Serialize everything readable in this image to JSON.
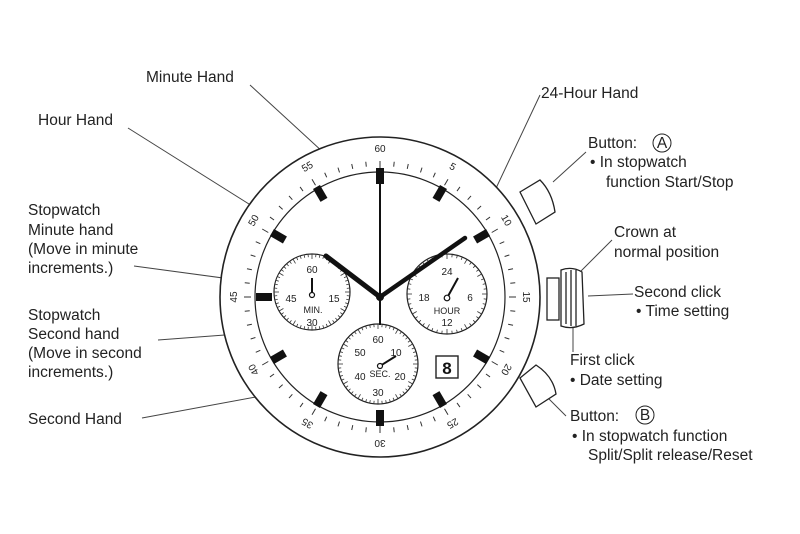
{
  "labels": {
    "minute_hand": "Minute Hand",
    "hour_hand": "Hour Hand",
    "hour24_hand": "24-Hour Hand",
    "stopwatch_minute": [
      "Stopwatch",
      "Minute hand",
      "(Move in minute",
      "increments.)"
    ],
    "stopwatch_second": [
      "Stopwatch",
      "Second hand",
      "(Move in second",
      "increments.)"
    ],
    "second_hand": "Second Hand",
    "button_a": {
      "title": "Button:",
      "letter": "A",
      "lines": [
        "• In stopwatch",
        "function Start/Stop"
      ]
    },
    "crown": [
      "Crown at",
      "normal position"
    ],
    "second_click": [
      "Second click",
      "• Time setting"
    ],
    "first_click": [
      "First click",
      "• Date setting"
    ],
    "button_b": {
      "title": "Button:",
      "letter": "B",
      "lines": [
        "• In stopwatch function",
        "Split/Split release/Reset"
      ]
    }
  },
  "bezel_numbers": {
    "n60": "60",
    "n5": "5",
    "n10": "10",
    "n15": "15",
    "n20": "20",
    "n25": "25",
    "n30": "30",
    "n35": "35",
    "n40": "40",
    "n45": "45",
    "n50": "50",
    "n55": "55"
  },
  "subdial_minute": {
    "top": "60",
    "left": "45",
    "right": "15",
    "bottom": "30",
    "name": "MIN."
  },
  "subdial_hour24": {
    "top": "24",
    "left": "18",
    "right": "6",
    "bottom": "12",
    "name": "HOUR"
  },
  "subdial_second": {
    "top": "60",
    "left": "40",
    "right": "20",
    "bottom": "30",
    "upper_left": "50",
    "upper_right": "10",
    "name": "SEC."
  },
  "date_window": "8",
  "colors": {
    "ink": "#1a1a1a",
    "line": "#333333",
    "background": "#ffffff"
  }
}
